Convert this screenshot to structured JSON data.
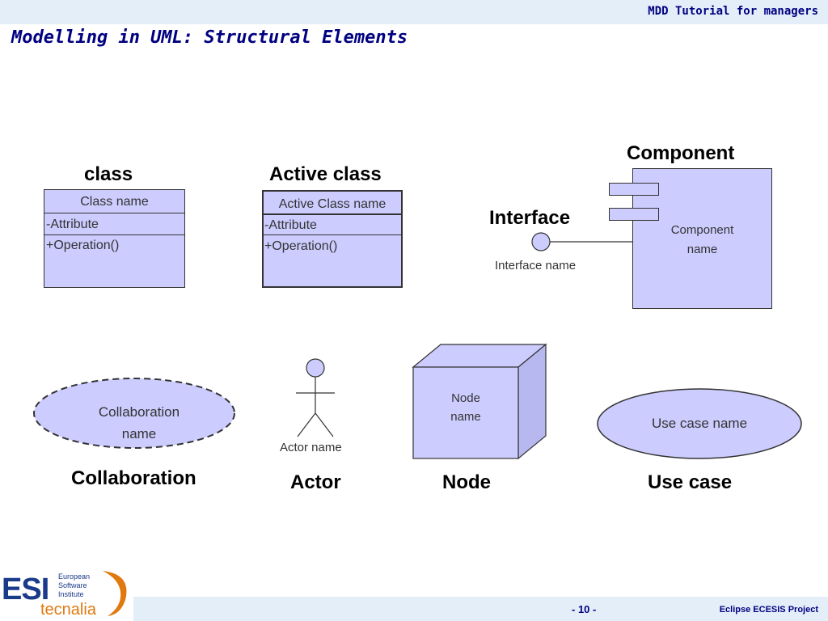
{
  "header": {
    "subtitle": "MDD Tutorial for managers",
    "title": "Modelling in UML: Structural Elements"
  },
  "class_element": {
    "label": "class",
    "name": "Class name",
    "attribute": "-Attribute",
    "operation": "+Operation()"
  },
  "active_class_element": {
    "label": "Active class",
    "name": "Active Class name",
    "attribute": "-Attribute",
    "operation": "+Operation()"
  },
  "component_element": {
    "label": "Component",
    "name_line1": "Component",
    "name_line2": "name"
  },
  "interface_element": {
    "label": "Interface",
    "name": "Interface name"
  },
  "collaboration_element": {
    "label": "Collaboration",
    "name_line1": "Collaboration",
    "name_line2": "name"
  },
  "actor_element": {
    "label": "Actor",
    "name": "Actor name"
  },
  "node_element": {
    "label": "Node",
    "name_line1": "Node",
    "name_line2": "name"
  },
  "usecase_element": {
    "label": "Use case",
    "name": "Use case name"
  },
  "footer": {
    "page": "- 10 -",
    "project": "Eclipse ECESIS Project",
    "logo_text": "ESI",
    "logo_line1": "European",
    "logo_line2": "Software",
    "logo_line3": "Institute",
    "logo_brand": "tecnalia"
  },
  "colors": {
    "fill": "#ccccff",
    "title": "#000080",
    "bar": "#e3eef9",
    "logo_blue": "#1a3a8a",
    "logo_orange": "#e07a10"
  }
}
